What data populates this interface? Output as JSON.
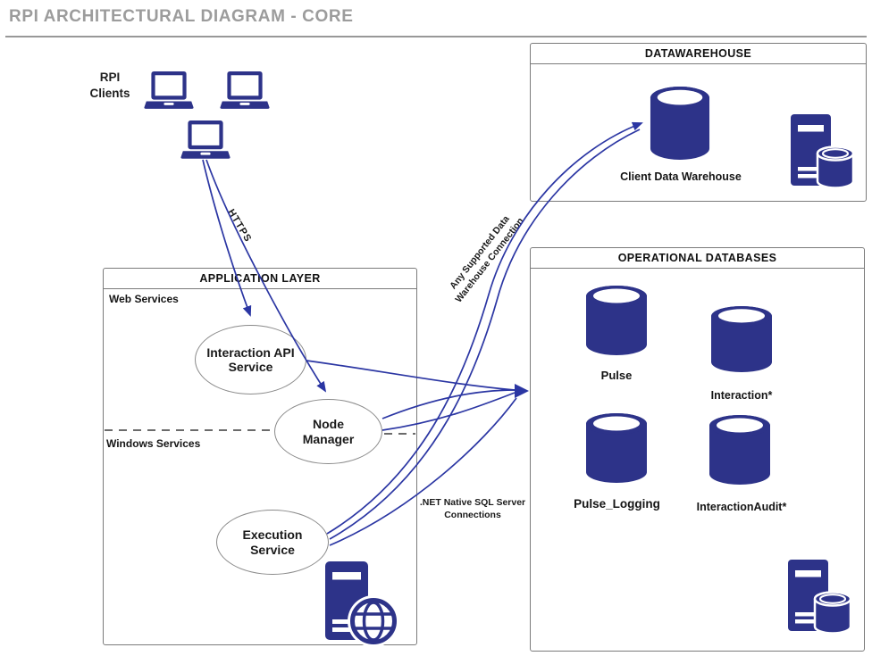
{
  "page_title": "RPI ARCHITECTURAL DIAGRAM - CORE",
  "clients": {
    "line1": "RPI",
    "line2": "Clients"
  },
  "datawarehouse": {
    "title": "DATAWAREHOUSE",
    "database_label": "Client Data Warehouse"
  },
  "operational": {
    "title": "OPERATIONAL DATABASES",
    "databases": [
      "Pulse",
      "Interaction*",
      "Pulse_Logging",
      "InteractionAudit*"
    ]
  },
  "application": {
    "title": "APPLICATION LAYER",
    "section_top": "Web Services",
    "section_bottom": "Windows Services",
    "services": [
      "Interaction API Service",
      "Node Manager",
      "Execution Service"
    ]
  },
  "connection_labels": {
    "https": "HTTPS",
    "warehouse": [
      "Any Supported Data",
      "Warehouse Connection"
    ],
    "sql": [
      ".NET Native SQL Server",
      "Connections"
    ]
  },
  "colors": {
    "navy": "#2d3389",
    "arrow_blue": "#2b36a3",
    "box_border": "#7b7b7b",
    "title_gray": "#9c9c9c"
  }
}
